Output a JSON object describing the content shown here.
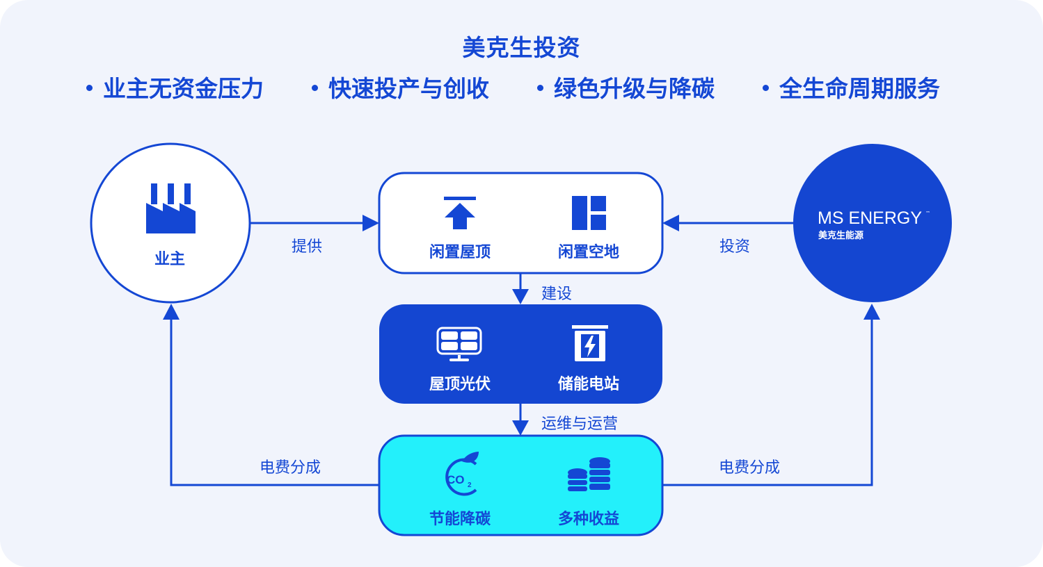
{
  "title": "美克生投资",
  "bullets": [
    "业主无资金压力",
    "快速投产与创收",
    "绿色升级与降碳",
    "全生命周期服务"
  ],
  "owner": {
    "label": "业主",
    "icon": "factory-icon"
  },
  "investor": {
    "logo_text": "MS ENERGY",
    "logo_tm": "™",
    "logo_sub": "美克生能源"
  },
  "top_box": {
    "items": [
      "闲置屋顶",
      "闲置空地"
    ],
    "icons": [
      "upload-icon",
      "layout-icon"
    ]
  },
  "middle_box": {
    "items": [
      "屋顶光伏",
      "储能电站"
    ],
    "icons": [
      "solar-panel-icon",
      "battery-icon"
    ]
  },
  "bottom_box": {
    "items": [
      "节能降碳",
      "多种收益"
    ],
    "icons": [
      "co2-leaf-icon",
      "coins-stack-icon"
    ]
  },
  "flows": {
    "provide": "提供",
    "invest": "投资",
    "build": "建设",
    "operate": "运维与运营",
    "share_left": "电费分成",
    "share_right": "电费分成"
  },
  "colors": {
    "primary": "#1447d4",
    "dark_box": "#1446d1",
    "cyan_box": "#23f0fb",
    "background": "#f1f4fc"
  }
}
